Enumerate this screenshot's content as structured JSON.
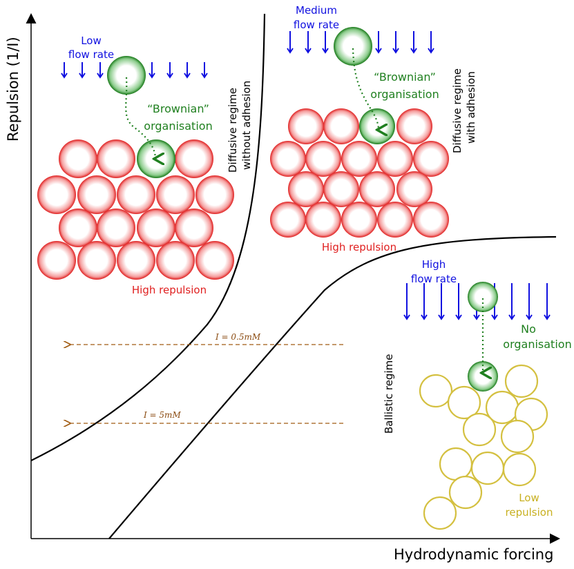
{
  "axes": {
    "x_label": "Hydrodynamic forcing",
    "y_label": "Repulsion (1/I)"
  },
  "panels": {
    "low": {
      "flow_line1": "Low",
      "flow_line2": "flow rate",
      "org_line1": "“Brownian”",
      "org_line2": "organisation",
      "repulsion": "High repulsion"
    },
    "medium": {
      "flow_line1": "Medium",
      "flow_line2": "flow rate",
      "org_line1": "“Brownian”",
      "org_line2": "organisation",
      "repulsion": "High repulsion"
    },
    "high": {
      "flow_line1": "High",
      "flow_line2": "flow rate",
      "org_line1": "No",
      "org_line2": "organisation",
      "repulsion_line1": "Low",
      "repulsion_line2": "repulsion"
    }
  },
  "regimes": {
    "diffusive_no_adhesion_line1": "Diffusive regime",
    "diffusive_no_adhesion_line2": "without adhesion",
    "diffusive_adhesion_line1": "Diffusive regime",
    "diffusive_adhesion_line2": "with adhesion",
    "ballistic": "Ballistic regime"
  },
  "ionic_strength": {
    "high_line": "I = 0.5mM",
    "low_line": "I = 5mM"
  },
  "colors": {
    "particle_repulsive": "#e83030",
    "particle_tracked": "#2a8a2a",
    "particle_low_repulsion": "#d4c040",
    "flow_arrow": "#1010e0",
    "ionic_arrow": "#a05a10"
  }
}
